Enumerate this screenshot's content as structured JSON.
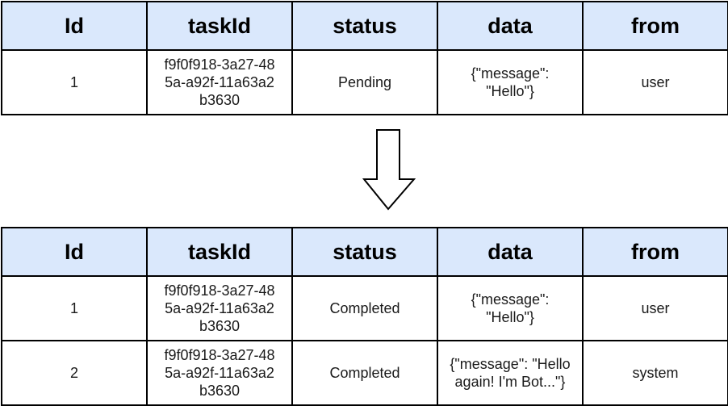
{
  "columns": [
    "Id",
    "taskId",
    "status",
    "data",
    "from"
  ],
  "table_before": {
    "rows": [
      {
        "id": "1",
        "taskId": "f9f0f918-3a27-485a-a92f-11a63a2b3630",
        "status": "Pending",
        "data": "{\"message\": \"Hello\"}",
        "from": "user"
      }
    ]
  },
  "table_after": {
    "rows": [
      {
        "id": "1",
        "taskId": "f9f0f918-3a27-485a-a92f-11a63a2b3630",
        "status": "Completed",
        "data": "{\"message\": \"Hello\"}",
        "from": "user"
      },
      {
        "id": "2",
        "taskId": "f9f0f918-3a27-485a-a92f-11a63a2b3630",
        "status": "Completed",
        "data": "{\"message\": \"Hello again! I'm Bot...\"}",
        "from": "system"
      }
    ]
  },
  "arrow": {
    "icon": "down-arrow-icon",
    "direction": "down"
  },
  "colors": {
    "header_fill": "#dae8fc",
    "border": "#000000"
  }
}
